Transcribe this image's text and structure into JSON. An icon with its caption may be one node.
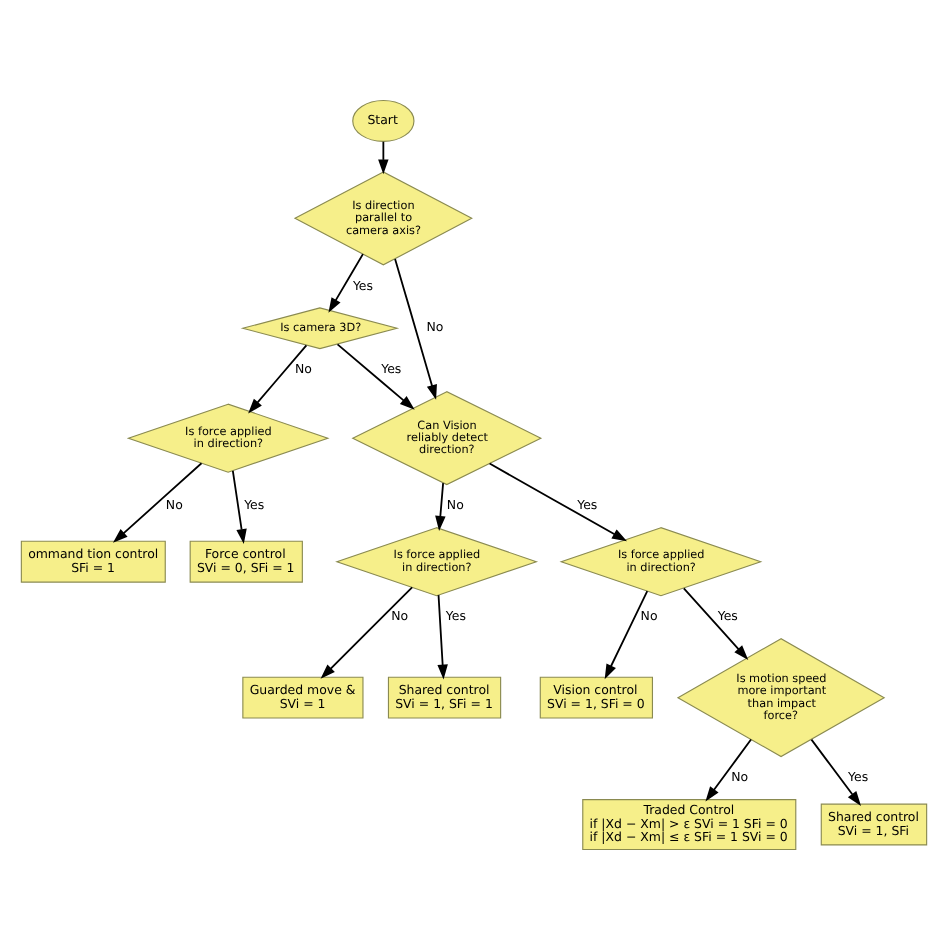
{
  "diagram": {
    "nodes": [
      {
        "text": [
          "Start"
        ]
      },
      {
        "text": [
          "Is direction parallel to camera axis?"
        ]
      },
      {
        "text": [
          "Is camera 3D?"
        ]
      },
      {
        "text": [
          "Is force applied in direction?"
        ]
      },
      {
        "text": [
          "ommand tion control",
          "SFi = 1"
        ]
      },
      {
        "text": [
          "Force control",
          "SVi = 0, SFi = 1"
        ]
      },
      {
        "text": [
          "Can Vision reliably detect direction?"
        ]
      },
      {
        "text": [
          "Is force applied in direction?"
        ]
      },
      {
        "text": [
          "Is force applied in direction?"
        ]
      },
      {
        "text": [
          "Vision control",
          "SVi = 1, SFi = 0"
        ]
      },
      {
        "text": [
          "Is motion speed more important than impact force?"
        ]
      },
      {
        "text": [
          "Guarded move &",
          "SVi = 1"
        ]
      },
      {
        "text": [
          "Shared control",
          "SVi = 1, SFi = 1"
        ]
      },
      {
        "text": [
          "Traded Control",
          "if |Xd − Xm| > ε SVi = 1 SFi = 0",
          "if |Xd − Xm| ≤ ε SFi = 1 SVi = 0"
        ]
      },
      {
        "text": [
          "Shared control",
          "SVi = 1, SFi"
        ]
      }
    ],
    "edges": [
      {
        "from": 0,
        "to": 1,
        "arrow": "to"
      },
      {
        "from": 1,
        "to": 2,
        "arrow": "to",
        "label": "Yes"
      },
      {
        "from": 1,
        "to": 6,
        "arrow": "to",
        "label": "No"
      },
      {
        "from": 2,
        "to": 3,
        "arrow": "to",
        "label": "No"
      },
      {
        "from": 2,
        "to": 6,
        "arrow": "to",
        "label": "Yes"
      },
      {
        "from": 3,
        "to": 4,
        "arrow": "to",
        "label": "No"
      },
      {
        "from": 3,
        "to": 5,
        "arrow": "to",
        "label": "Yes"
      },
      {
        "from": 6,
        "to": 7,
        "arrow": "to",
        "label": "No"
      },
      {
        "from": 6,
        "to": 8,
        "arrow": "to",
        "label": "Yes"
      },
      {
        "from": 8,
        "to": 9,
        "arrow": "to",
        "label": "No"
      },
      {
        "from": 8,
        "to": 10,
        "arrow": "to",
        "label": "Yes"
      },
      {
        "from": 7,
        "to": 11,
        "arrow": "to",
        "label": "No"
      },
      {
        "from": 7,
        "to": 12,
        "arrow": "to",
        "label": "Yes"
      },
      {
        "from": 10,
        "to": 13,
        "arrow": "to",
        "label": "No"
      },
      {
        "from": 10,
        "to": 14,
        "arrow": "to",
        "label": "Yes"
      }
    ]
  }
}
